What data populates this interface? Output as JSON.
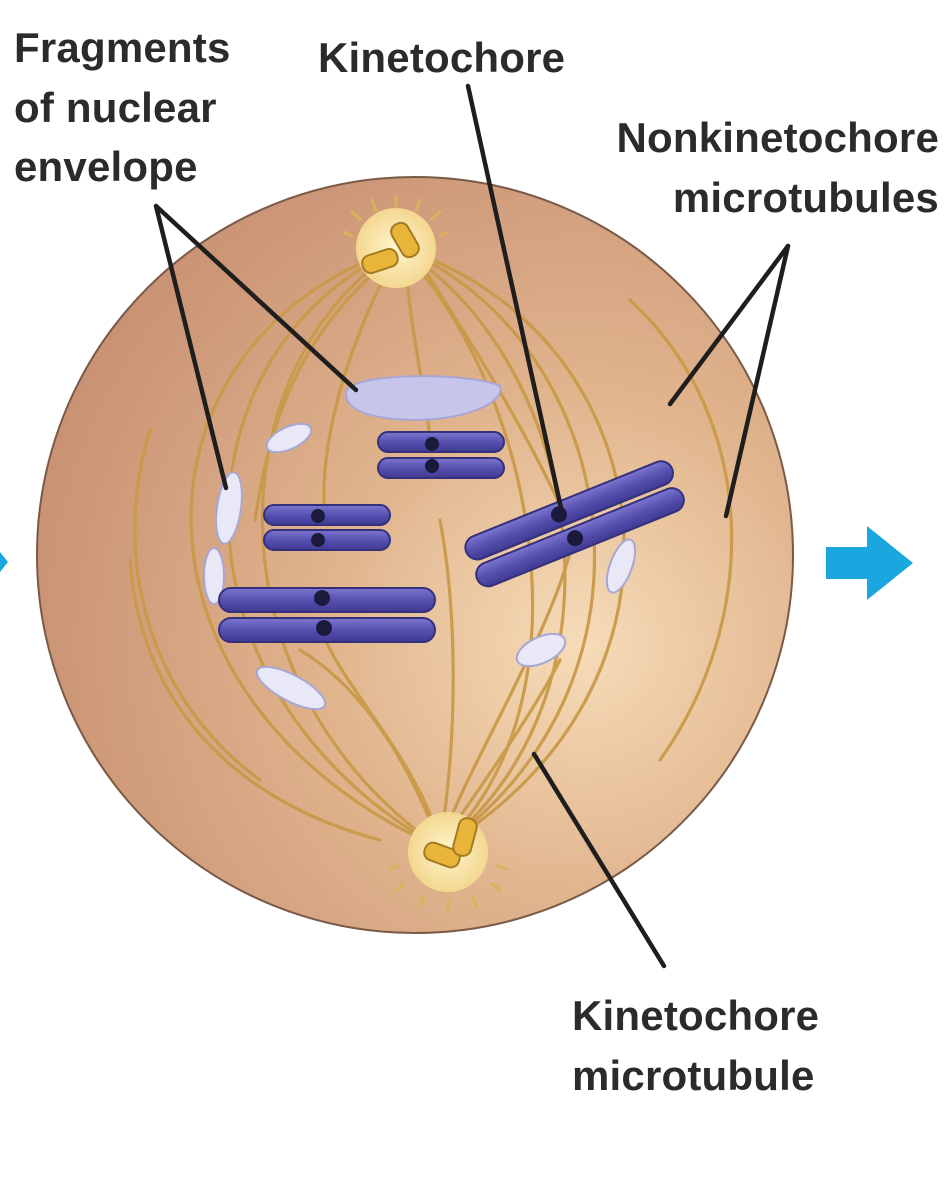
{
  "labels": {
    "fragments": [
      "Fragments",
      "of nuclear",
      "envelope"
    ],
    "kinetochore": "Kinetochore",
    "nonkinetochore": [
      "Nonkinetochore",
      "microtubules"
    ],
    "kinetochore_microtubule": [
      "Kinetochore",
      "microtubule"
    ]
  },
  "colors": {
    "cell_fill": "#d9a57f",
    "cell_edge": "#7a5a47",
    "microtubule": "#c99a48",
    "centrosome_glow": "#fbe7a9",
    "centriole": "#e8b43a",
    "chromosome": "#5650b0",
    "chromosome_highlight": "#8a84d8",
    "envelope_fragment": "#c7c6ea",
    "leader_line": "#1e1e1e",
    "arrow": "#1aa7df"
  },
  "icons": {
    "next_arrow": "right-arrow-icon"
  }
}
